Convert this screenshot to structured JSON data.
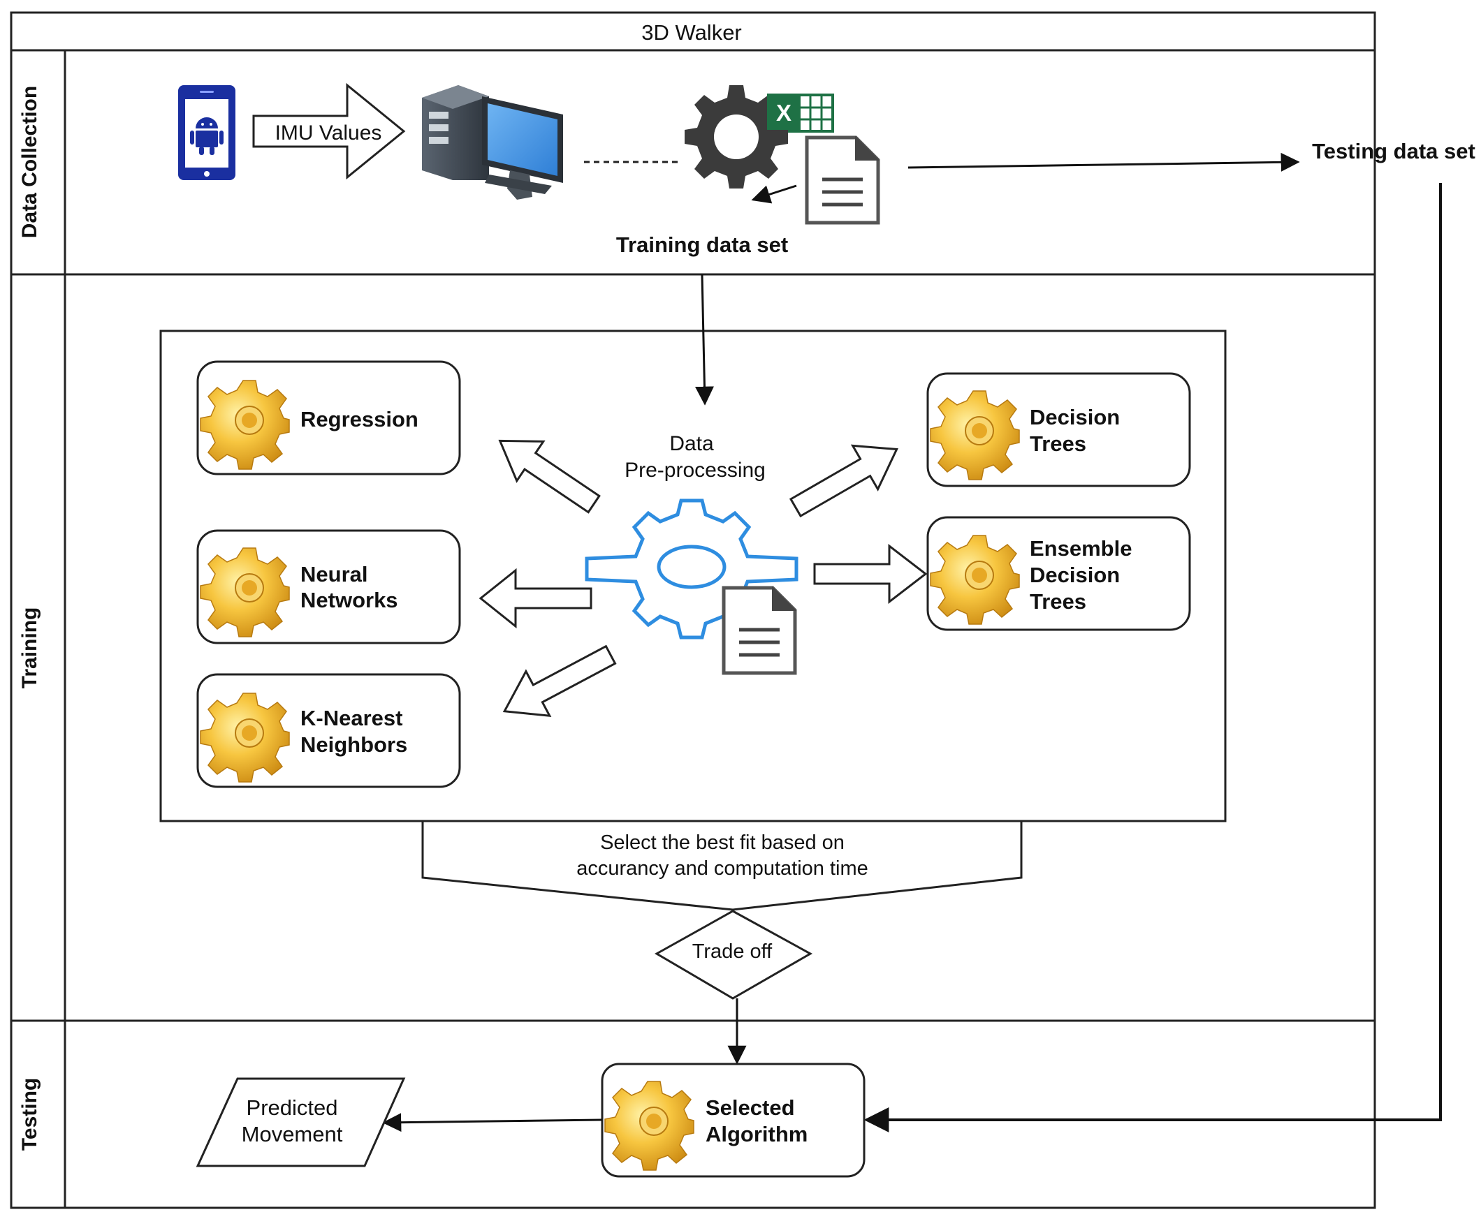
{
  "pool": {
    "title": "3D Walker",
    "lanes": [
      "Data Collection",
      "Training",
      "Testing"
    ]
  },
  "data_collection": {
    "imu_label": "IMU Values",
    "training_set_label": "Training data set",
    "testing_set_label": "Testing data set",
    "spreadsheet_letter": "X"
  },
  "training": {
    "preprocess_lines": [
      "Data",
      "Pre-processing"
    ],
    "algorithms": [
      {
        "lines": [
          "Regression"
        ]
      },
      {
        "lines": [
          "Neural",
          "Networks"
        ]
      },
      {
        "lines": [
          "K-Nearest",
          "Neighbors"
        ]
      },
      {
        "lines": [
          "Decision",
          "Trees"
        ]
      },
      {
        "lines": [
          "Ensemble",
          "Decision",
          "Trees"
        ]
      }
    ],
    "select_lines": [
      "Select the best fit based on",
      "accurancy and computation time"
    ],
    "tradeoff_label": "Trade off"
  },
  "testing": {
    "selected_lines": [
      "Selected",
      "Algorithm"
    ],
    "predicted_lines": [
      "Predicted",
      "Movement"
    ]
  },
  "colors": {
    "phone_blue": "#1a2fa0",
    "monitor_blue": "#3d8fe0",
    "gear_dark": "#3b3b3b",
    "excel_green": "#1e7145",
    "gear_gold": "#f2b12c",
    "preprocess_gear_blue": "#2e8de0"
  }
}
